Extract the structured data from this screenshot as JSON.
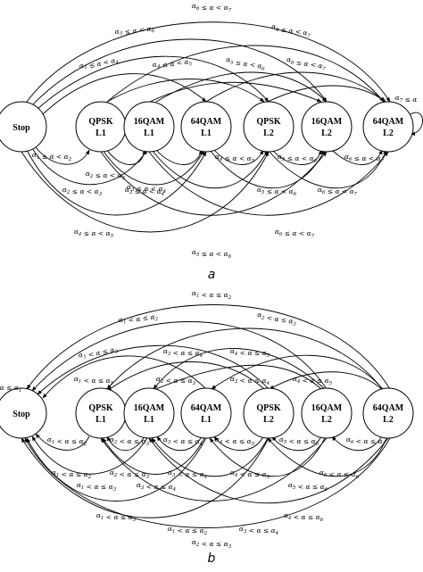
{
  "panels": [
    {
      "id": "a",
      "caption": "a",
      "nodes": [
        {
          "id": "stop",
          "lines": [
            "Stop"
          ]
        },
        {
          "id": "qpsk1",
          "lines": [
            "QPSK",
            "L1"
          ]
        },
        {
          "id": "16qam1",
          "lines": [
            "16QAM",
            "L1"
          ]
        },
        {
          "id": "64qam1",
          "lines": [
            "64QAM",
            "L1"
          ]
        },
        {
          "id": "qpsk2",
          "lines": [
            "QPSK",
            "L2"
          ]
        },
        {
          "id": "16qam2",
          "lines": [
            "16QAM",
            "L2"
          ]
        },
        {
          "id": "64qam2",
          "lines": [
            "64QAM",
            "L2"
          ]
        }
      ],
      "labels": [
        {
          "key": "a6-a7",
          "segments": [
            [
              "α",
              "6"
            ],
            [
              " ≤ α < ",
              ""
            ],
            [
              "α",
              "7"
            ]
          ]
        },
        {
          "key": "a5-a6",
          "segments": [
            [
              "α",
              "5"
            ],
            [
              " ≤ α < ",
              ""
            ],
            [
              "α",
              "6"
            ]
          ]
        },
        {
          "key": "a4-a7-top",
          "segments": [
            [
              "α",
              "4"
            ],
            [
              " ≤ α < ",
              ""
            ],
            [
              "α",
              "7"
            ]
          ]
        },
        {
          "key": "a1-a4",
          "segments": [
            [
              "α",
              "1"
            ],
            [
              " ≤ α < ",
              ""
            ],
            [
              "α",
              "4"
            ]
          ]
        },
        {
          "key": "a4-a5-top",
          "segments": [
            [
              "α",
              "4"
            ],
            [
              " ≤ α < ",
              ""
            ],
            [
              "α",
              "5"
            ]
          ]
        },
        {
          "key": "a5-a6-top2",
          "segments": [
            [
              "α",
              "5"
            ],
            [
              " ≤ α < ",
              ""
            ],
            [
              "α",
              "6"
            ]
          ]
        },
        {
          "key": "a6-a7-top2",
          "segments": [
            [
              "α",
              "6"
            ],
            [
              " ≤ α < ",
              ""
            ],
            [
              "α",
              "7"
            ]
          ]
        },
        {
          "key": "a7-self",
          "segments": [
            [
              "α",
              "7"
            ],
            [
              " ≤ α",
              ""
            ]
          ]
        },
        {
          "key": "a1-a2",
          "segments": [
            [
              "α",
              "1"
            ],
            [
              " ≤ α < ",
              ""
            ],
            [
              "α",
              "2"
            ]
          ]
        },
        {
          "key": "a2-a3-b1",
          "segments": [
            [
              "α",
              "2"
            ],
            [
              " ≤ α < ",
              ""
            ],
            [
              "α",
              "3"
            ]
          ]
        },
        {
          "key": "a3-a4-b1",
          "segments": [
            [
              "α",
              "3"
            ],
            [
              " ≤ α < ",
              ""
            ],
            [
              "α",
              "4"
            ]
          ]
        },
        {
          "key": "a4-a5-b1",
          "segments": [
            [
              "α",
              "4"
            ],
            [
              " ≤ α < ",
              ""
            ],
            [
              "α",
              "5"
            ]
          ]
        },
        {
          "key": "a5-a6-b1",
          "segments": [
            [
              "α",
              "5"
            ],
            [
              " ≤ α < ",
              ""
            ],
            [
              "α",
              "6"
            ]
          ]
        },
        {
          "key": "a6-a7-b1",
          "segments": [
            [
              "α",
              "6"
            ],
            [
              " ≤ α < ",
              ""
            ],
            [
              "α",
              "7"
            ]
          ]
        },
        {
          "key": "a2-a3-b2",
          "segments": [
            [
              "α",
              "2"
            ],
            [
              " ≤ α < ",
              ""
            ],
            [
              "α",
              "3"
            ]
          ]
        },
        {
          "key": "a3-a4-b2",
          "segments": [
            [
              "α",
              "3"
            ],
            [
              " ≤ α < ",
              ""
            ],
            [
              "α",
              "4"
            ]
          ]
        },
        {
          "key": "a5-a6-b2",
          "segments": [
            [
              "α",
              "5"
            ],
            [
              " ≤ α < ",
              ""
            ],
            [
              "α",
              "6"
            ]
          ]
        },
        {
          "key": "a6-a7-b2",
          "segments": [
            [
              "α",
              "6"
            ],
            [
              " ≤ α < ",
              ""
            ],
            [
              "α",
              "7"
            ]
          ]
        },
        {
          "key": "a4-a5-b3",
          "segments": [
            [
              "α",
              "4"
            ],
            [
              " ≤ α < ",
              ""
            ],
            [
              "α",
              "5"
            ]
          ]
        },
        {
          "key": "a6-a7-b3",
          "segments": [
            [
              "α",
              "6"
            ],
            [
              " ≤ α < ",
              ""
            ],
            [
              "α",
              "7"
            ]
          ]
        },
        {
          "key": "a5-a6-b4",
          "segments": [
            [
              "α",
              "5"
            ],
            [
              " ≤ α < ",
              ""
            ],
            [
              "α",
              "6"
            ]
          ]
        }
      ]
    },
    {
      "id": "b",
      "caption": "b",
      "nodes": [
        {
          "id": "stop",
          "lines": [
            "Stop"
          ]
        },
        {
          "id": "qpsk1",
          "lines": [
            "QPSK",
            "L1"
          ]
        },
        {
          "id": "16qam1",
          "lines": [
            "16QAM",
            "L1"
          ]
        },
        {
          "id": "64qam1",
          "lines": [
            "64QAM",
            "L1"
          ]
        },
        {
          "id": "qpsk2",
          "lines": [
            "QPSK",
            "L2"
          ]
        },
        {
          "id": "16qam2",
          "lines": [
            "16QAM",
            "L2"
          ]
        },
        {
          "id": "64qam2",
          "lines": [
            "64QAM",
            "L2"
          ]
        }
      ],
      "labels": [
        {
          "key": "b-a1-a2-top",
          "segments": [
            [
              "α",
              "1"
            ],
            [
              " < α ≤ ",
              ""
            ],
            [
              "α",
              "2"
            ]
          ]
        },
        {
          "key": "b-a1-a2-top2",
          "segments": [
            [
              "α",
              "1"
            ],
            [
              " < α ≤ ",
              ""
            ],
            [
              "α",
              "2"
            ]
          ]
        },
        {
          "key": "b-a2-a3-top",
          "segments": [
            [
              "α",
              "2"
            ],
            [
              " < α ≤ ",
              ""
            ],
            [
              "α",
              "3"
            ]
          ]
        },
        {
          "key": "b-a1-a3-top",
          "segments": [
            [
              "α",
              "1"
            ],
            [
              " < α ≤ ",
              ""
            ],
            [
              "α",
              "3"
            ]
          ]
        },
        {
          "key": "b-a3-a4-top",
          "segments": [
            [
              "α",
              "3"
            ],
            [
              " < α ≤ ",
              ""
            ],
            [
              "α",
              "4"
            ]
          ]
        },
        {
          "key": "b-a4-a5-top",
          "segments": [
            [
              "α",
              "4"
            ],
            [
              " < α ≤ ",
              ""
            ],
            [
              "α",
              "5"
            ]
          ]
        },
        {
          "key": "b-a1-a1-top",
          "segments": [
            [
              "α",
              "1"
            ],
            [
              " < α ≤ ",
              ""
            ],
            [
              "α",
              "1"
            ]
          ]
        },
        {
          "key": "b-a2-a3-top2",
          "segments": [
            [
              "α",
              "2"
            ],
            [
              " < α ≤ ",
              ""
            ],
            [
              "α",
              "3"
            ]
          ]
        },
        {
          "key": "b-a3-a4-top2",
          "segments": [
            [
              "α",
              "3"
            ],
            [
              " < α ≤ ",
              ""
            ],
            [
              "α",
              "4"
            ]
          ]
        },
        {
          "key": "b-a4-a5-top2",
          "segments": [
            [
              "α",
              "4"
            ],
            [
              " < α ≤ ",
              ""
            ],
            [
              "α",
              "5"
            ]
          ]
        },
        {
          "key": "b-self",
          "segments": [
            [
              "α ≤ ",
              ""
            ],
            [
              "α",
              "1"
            ]
          ]
        },
        {
          "key": "b-a1-a2-b1",
          "segments": [
            [
              "α",
              "1"
            ],
            [
              " < α ≤ ",
              ""
            ],
            [
              "α",
              "2"
            ]
          ]
        },
        {
          "key": "b-a2-a3-b1",
          "segments": [
            [
              "α",
              "2"
            ],
            [
              " < α ≤ ",
              ""
            ],
            [
              "α",
              "3"
            ]
          ]
        },
        {
          "key": "b-a3-a4-b1",
          "segments": [
            [
              "α",
              "3"
            ],
            [
              " < α ≤ ",
              ""
            ],
            [
              "α",
              "4"
            ]
          ]
        },
        {
          "key": "b-a4-a5-b1",
          "segments": [
            [
              "α",
              "4"
            ],
            [
              " < α ≤ ",
              ""
            ],
            [
              "α",
              "5"
            ]
          ]
        },
        {
          "key": "b-a5-a6-b1",
          "segments": [
            [
              "α",
              "5"
            ],
            [
              " < α ≤ ",
              ""
            ],
            [
              "α",
              "6"
            ]
          ]
        },
        {
          "key": "b-a6-a7-b1",
          "segments": [
            [
              "α",
              "6"
            ],
            [
              " < α ≤ ",
              ""
            ],
            [
              "α",
              "7"
            ]
          ]
        },
        {
          "key": "b-a1-a2-b2",
          "segments": [
            [
              "α",
              "1"
            ],
            [
              " < α ≤ ",
              ""
            ],
            [
              "α",
              "2"
            ]
          ]
        },
        {
          "key": "b-a2-a3-b2",
          "segments": [
            [
              "α",
              "2"
            ],
            [
              " < α ≤ ",
              ""
            ],
            [
              "α",
              "3"
            ]
          ]
        },
        {
          "key": "b-a3-a4-b2",
          "segments": [
            [
              "α",
              "3"
            ],
            [
              " < α ≤ ",
              ""
            ],
            [
              "α",
              "4"
            ]
          ]
        },
        {
          "key": "b-a4-a5-b2",
          "segments": [
            [
              "α",
              "4"
            ],
            [
              " < α ≤ ",
              ""
            ],
            [
              "α",
              "5"
            ]
          ]
        },
        {
          "key": "b-a5-a6-b2",
          "segments": [
            [
              "α",
              "5"
            ],
            [
              " < α ≤ ",
              ""
            ],
            [
              "α",
              "6"
            ]
          ]
        },
        {
          "key": "b-a1-a3-b3",
          "segments": [
            [
              "α",
              "1"
            ],
            [
              " < α ≤ ",
              ""
            ],
            [
              "α",
              "3"
            ]
          ]
        },
        {
          "key": "b-a3-a4-b3",
          "segments": [
            [
              "α",
              "3"
            ],
            [
              " < α ≤ ",
              ""
            ],
            [
              "α",
              "4"
            ]
          ]
        },
        {
          "key": "b-a5-a6-b3",
          "segments": [
            [
              "α",
              "5"
            ],
            [
              " < α ≤ ",
              ""
            ],
            [
              "α",
              "6"
            ]
          ]
        },
        {
          "key": "b-a1-a3-b4",
          "segments": [
            [
              "α",
              "1"
            ],
            [
              " < α ≤ ",
              ""
            ],
            [
              "α",
              "3"
            ]
          ]
        },
        {
          "key": "b-a4-a6-b4",
          "segments": [
            [
              "α",
              "4"
            ],
            [
              " < α ≤ ",
              ""
            ],
            [
              "α",
              "6"
            ]
          ]
        },
        {
          "key": "b-a1-a2-b5",
          "segments": [
            [
              "α",
              "1"
            ],
            [
              " < α ≤ ",
              ""
            ],
            [
              "α",
              "2"
            ]
          ]
        },
        {
          "key": "b-a3-a4-b5",
          "segments": [
            [
              "α",
              "3"
            ],
            [
              " < α ≤ ",
              ""
            ],
            [
              "α",
              "4"
            ]
          ]
        },
        {
          "key": "b-a2-a3-b6",
          "segments": [
            [
              "α",
              "2"
            ],
            [
              " < α ≤ ",
              ""
            ],
            [
              "α",
              "3"
            ]
          ]
        }
      ]
    }
  ]
}
